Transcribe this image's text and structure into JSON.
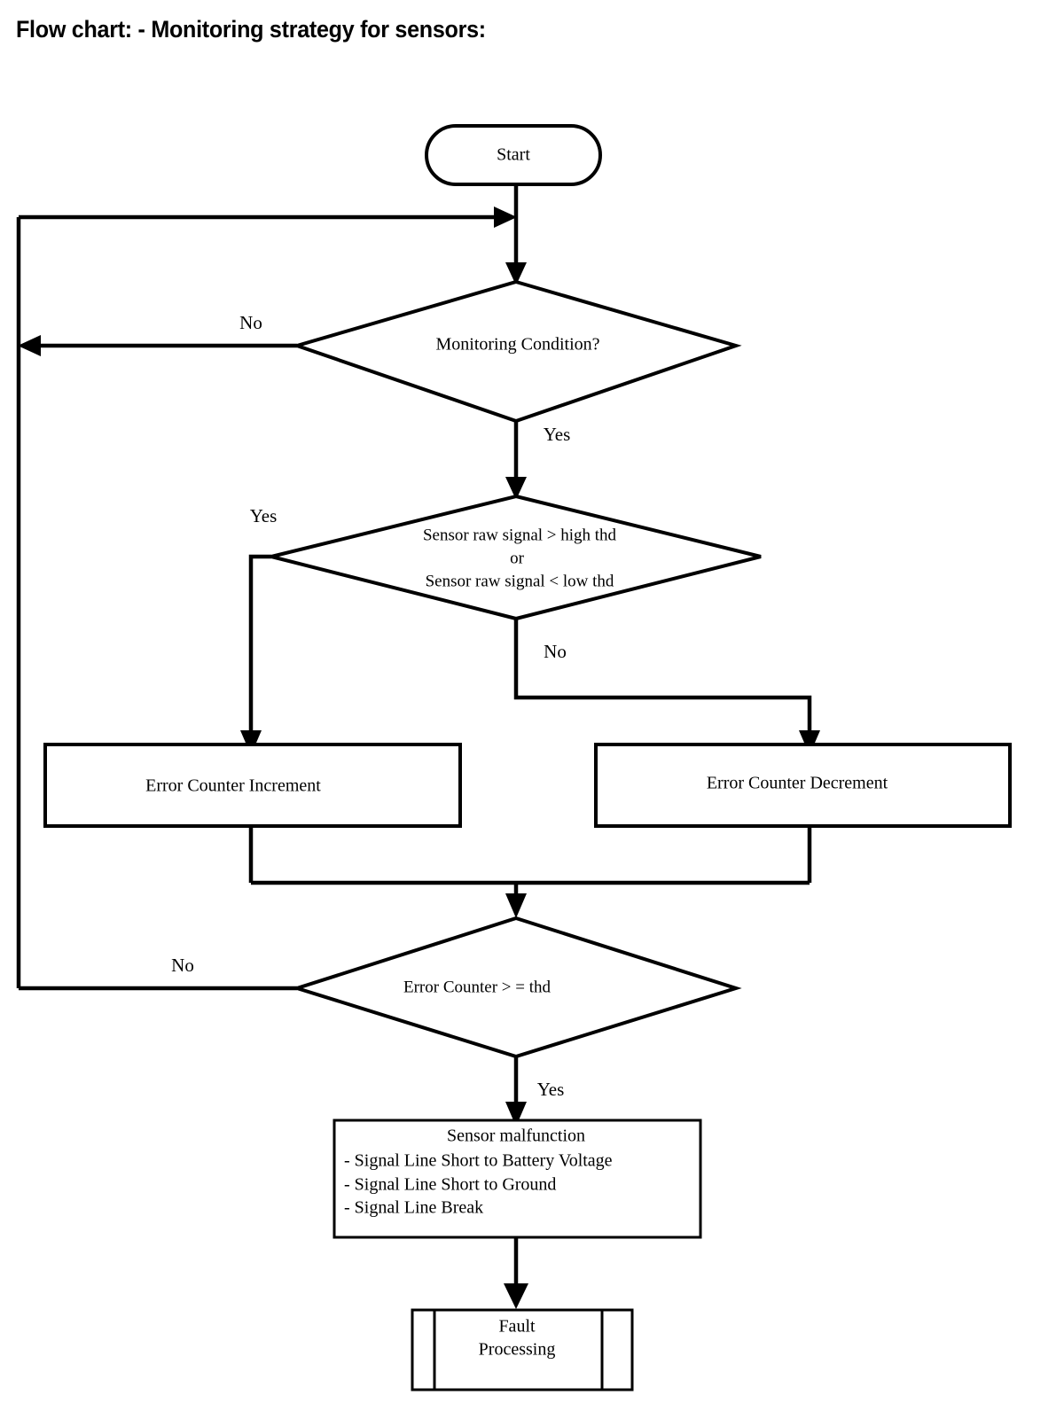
{
  "page": {
    "title": "Flow chart: - Monitoring strategy for sensors:"
  },
  "chart_data": {
    "type": "diagram",
    "diagram_kind": "flowchart",
    "title": "Flow chart: - Monitoring strategy for sensors:",
    "orientation": "top-to-bottom",
    "nodes": [
      {
        "id": "start",
        "shape": "terminator",
        "label": "Start"
      },
      {
        "id": "monitoring_condition",
        "shape": "decision",
        "label": "Monitoring Condition?"
      },
      {
        "id": "threshold_check",
        "shape": "decision",
        "label_line1": "Sensor raw signal > high        thd",
        "label_line2": "or",
        "label_line3": "Sensor    raw signal < low        thd"
      },
      {
        "id": "counter_increment",
        "shape": "process",
        "label": "Error Counter Increment"
      },
      {
        "id": "counter_decrement",
        "shape": "process",
        "label": "Error Counter Decrement"
      },
      {
        "id": "counter_threshold",
        "shape": "decision",
        "label": "Error Counter > = thd"
      },
      {
        "id": "sensor_malfunction",
        "shape": "process",
        "heading": "Sensor malfunction",
        "items": [
          "- Signal Line Short to Battery Voltage",
          "- Signal Line Short to Ground",
          "- Signal Line Break"
        ]
      },
      {
        "id": "fault_processing",
        "shape": "predefined-process",
        "label_line1": "Fault",
        "label_line2": "Processing"
      }
    ],
    "edges": [
      {
        "from": "start",
        "to": "monitoring_condition",
        "label": ""
      },
      {
        "from": "monitoring_condition",
        "to": "loop_back_top",
        "label": "No"
      },
      {
        "from": "monitoring_condition",
        "to": "threshold_check",
        "label": "Yes"
      },
      {
        "from": "threshold_check",
        "to": "counter_increment",
        "label": "Yes"
      },
      {
        "from": "threshold_check",
        "to": "counter_decrement",
        "label": "No"
      },
      {
        "from": "counter_increment",
        "to": "counter_threshold",
        "label": ""
      },
      {
        "from": "counter_decrement",
        "to": "counter_threshold",
        "label": ""
      },
      {
        "from": "counter_threshold",
        "to": "loop_back_top",
        "label": "No"
      },
      {
        "from": "counter_threshold",
        "to": "sensor_malfunction",
        "label": "Yes"
      },
      {
        "from": "sensor_malfunction",
        "to": "fault_processing",
        "label": ""
      }
    ],
    "edge_labels": {
      "monitoring_no": "No",
      "monitoring_yes": "Yes",
      "threshold_yes": "Yes",
      "threshold_no": "No",
      "counter_no": "No",
      "counter_yes": "Yes"
    },
    "colors": {
      "stroke": "#000000",
      "fill": "#ffffff",
      "text": "#000000"
    }
  }
}
